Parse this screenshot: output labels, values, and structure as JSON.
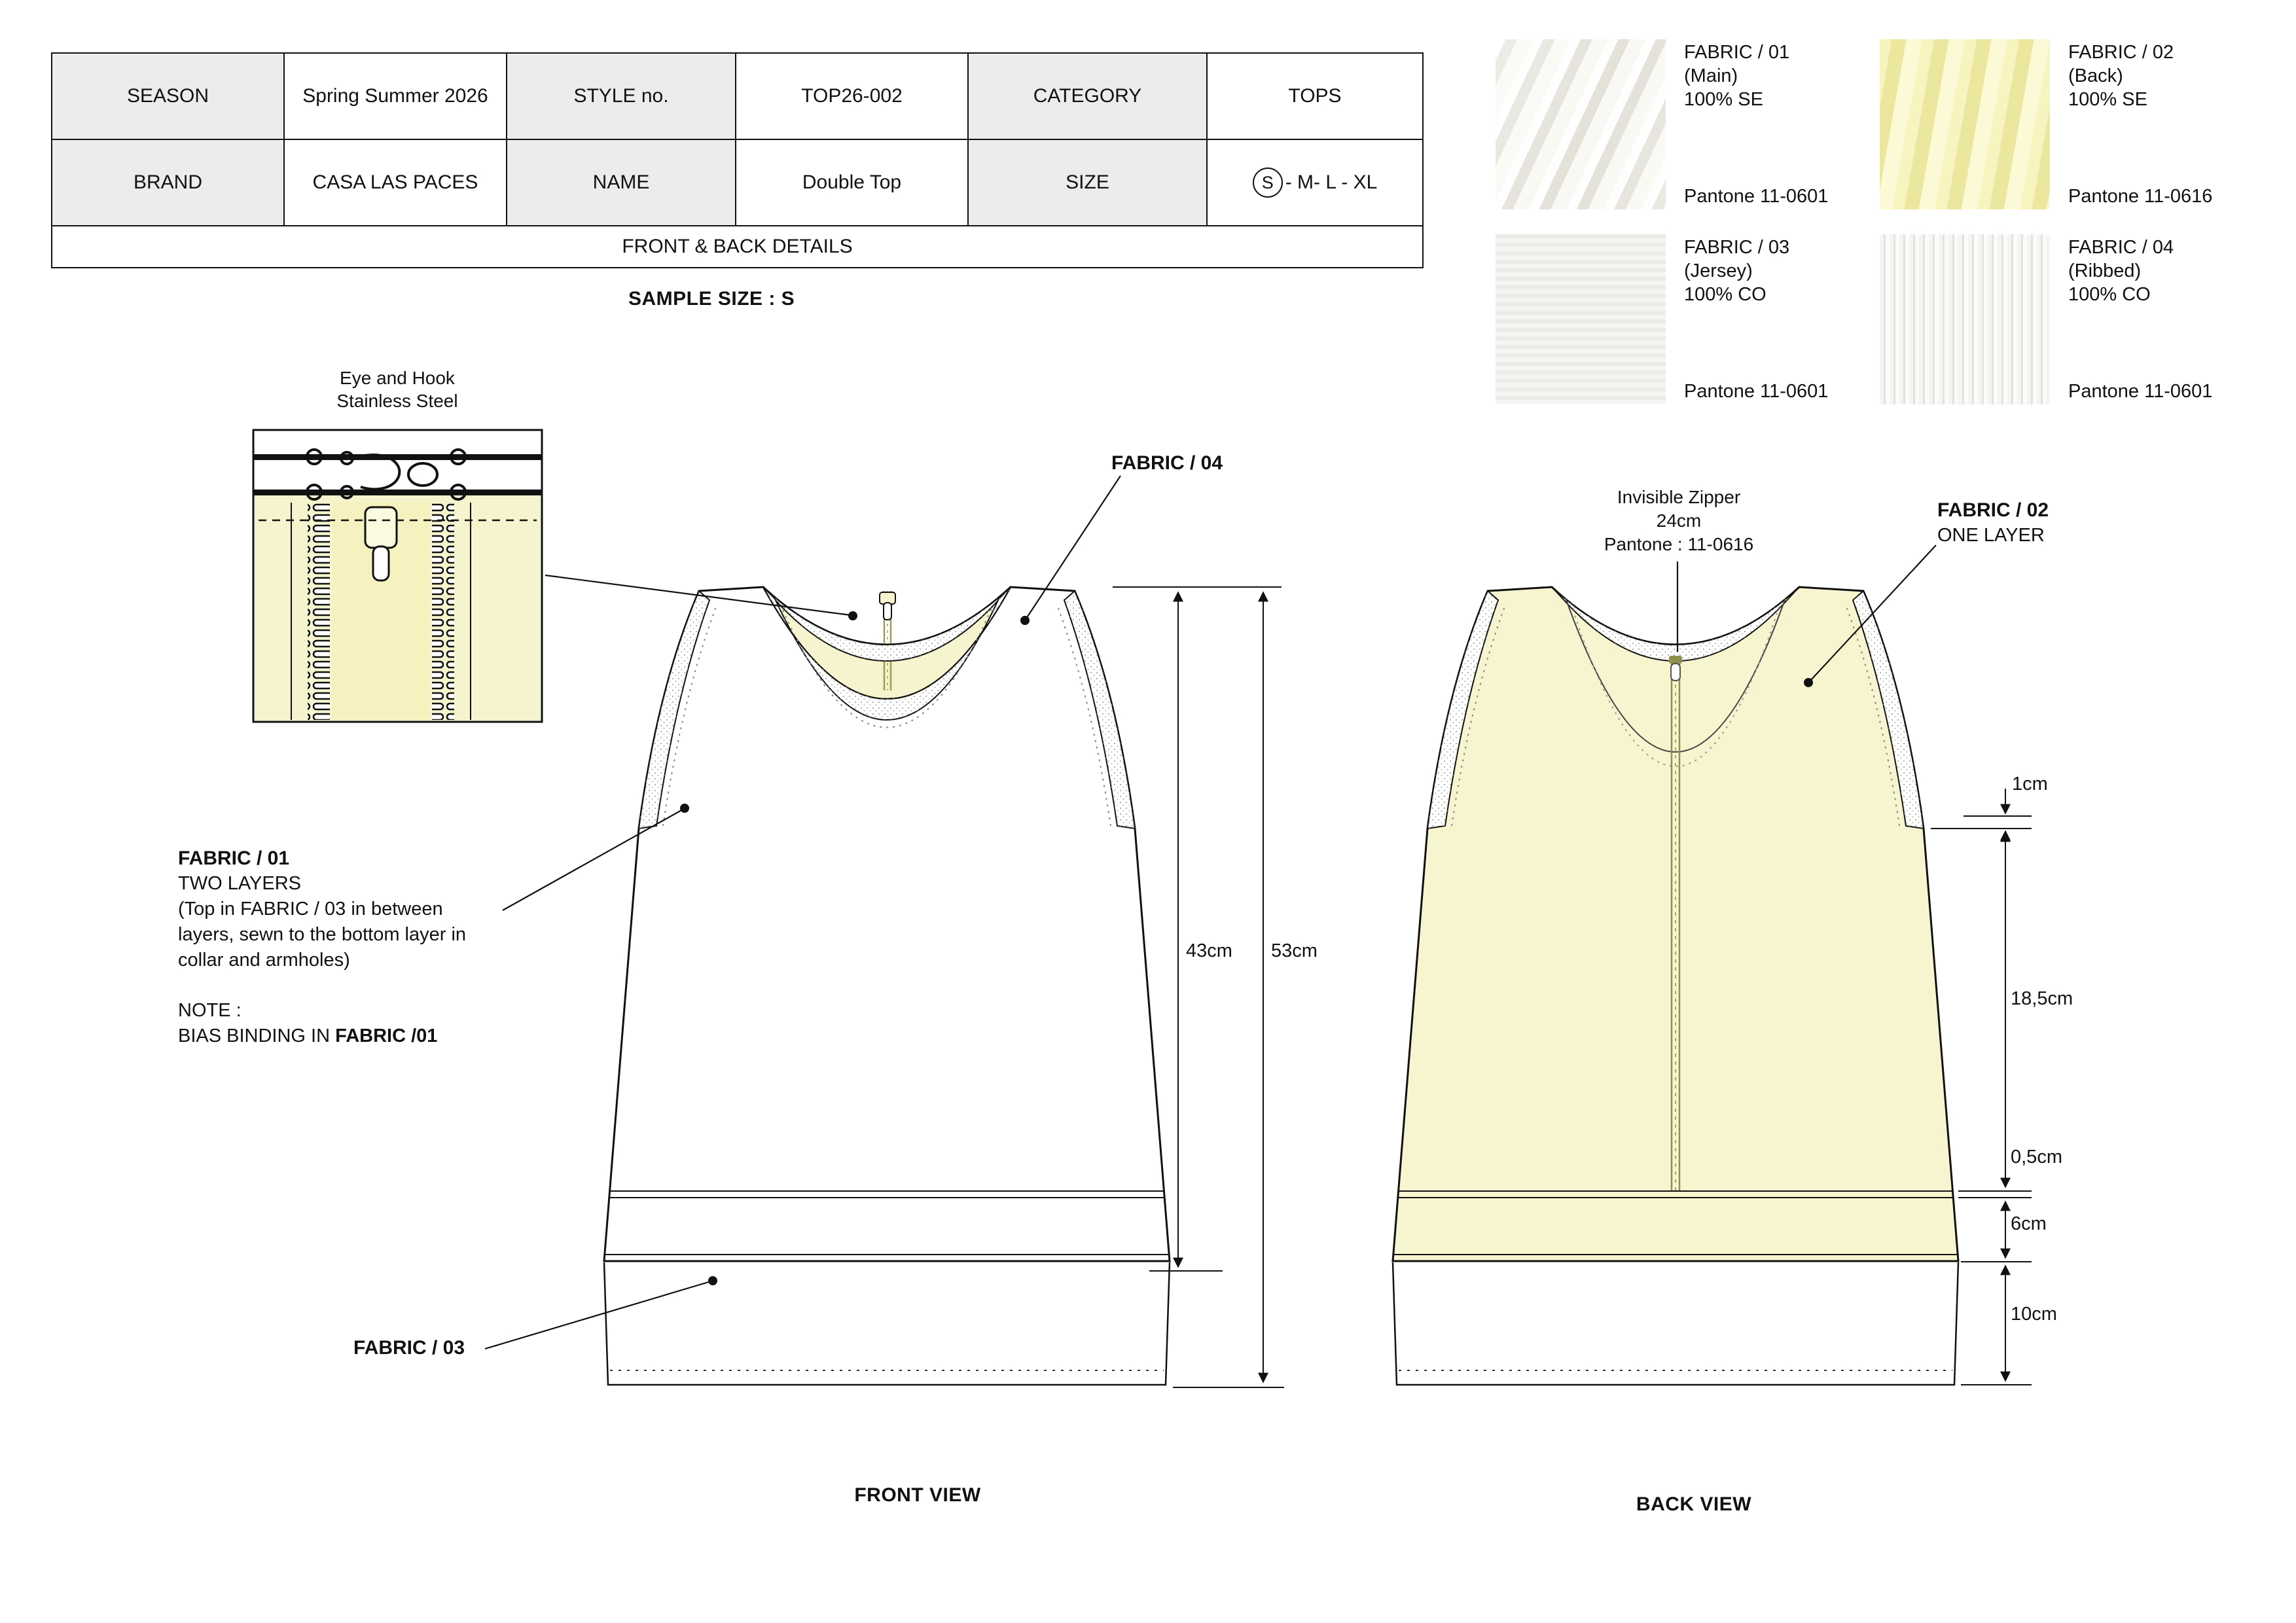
{
  "table": {
    "season_label": "SEASON",
    "season": "Spring Summer 2026",
    "style_label": "STYLE no.",
    "style": "TOP26-002",
    "category_label": "CATEGORY",
    "category": "TOPS",
    "brand_label": "BRAND",
    "brand": "CASA LAS PACES",
    "name_label": "NAME",
    "name": "Double Top",
    "size_label": "SIZE",
    "size_circled": "S",
    "size_rest": "- M- L - XL",
    "details": "FRONT & BACK DETAILS"
  },
  "sample_size": "SAMPLE SIZE : S",
  "fabrics": [
    {
      "name": "FABRIC / 01",
      "sub": "(Main)",
      "comp": "100% SE",
      "pantone": "Pantone 11-0601"
    },
    {
      "name": "FABRIC / 02",
      "sub": "(Back)",
      "comp": "100% SE",
      "pantone": "Pantone 11-0616"
    },
    {
      "name": "FABRIC / 03",
      "sub": "(Jersey)",
      "comp": "100% CO",
      "pantone": "Pantone 11-0601"
    },
    {
      "name": "FABRIC / 04",
      "sub": "(Ribbed)",
      "comp": "100% CO",
      "pantone": "Pantone 11-0601"
    }
  ],
  "detail_view": {
    "title_line1": "Eye and Hook",
    "title_line2": "Stainless Steel"
  },
  "front_view": {
    "caption": "FRONT VIEW",
    "fabric04_label": "FABRIC / 04",
    "fabric01_title": "FABRIC / 01",
    "fabric01_line1": "TWO LAYERS",
    "fabric01_line2": "(Top in FABRIC / 03 in between",
    "fabric01_line3": "layers, sewn to the bottom layer in",
    "fabric01_line4": "collar and armholes)",
    "note_title": "NOTE :",
    "note_text": "BIAS BINDING IN ",
    "note_bold": "FABRIC /01",
    "fabric03_label": "FABRIC / 03",
    "dim_top_layer": "43cm",
    "dim_total": "53cm"
  },
  "back_view": {
    "caption": "BACK VIEW",
    "zipper_line1": "Invisible Zipper",
    "zipper_line2": "24cm",
    "zipper_line3": "Pantone : 11-0616",
    "fabric02_title": "FABRIC / 02",
    "fabric02_sub": "ONE LAYER",
    "dim_binding": "1cm",
    "dim_upper": "18,5cm",
    "dim_seam": "0,5cm",
    "dim_band": "6cm",
    "dim_under": "10cm"
  },
  "colors": {
    "fabric_back_yellow": "#f7f4d0",
    "neck_inset_yellow": "#f6f3cf",
    "line_black": "#111111",
    "zipper_olive": "#8f8f4e"
  }
}
